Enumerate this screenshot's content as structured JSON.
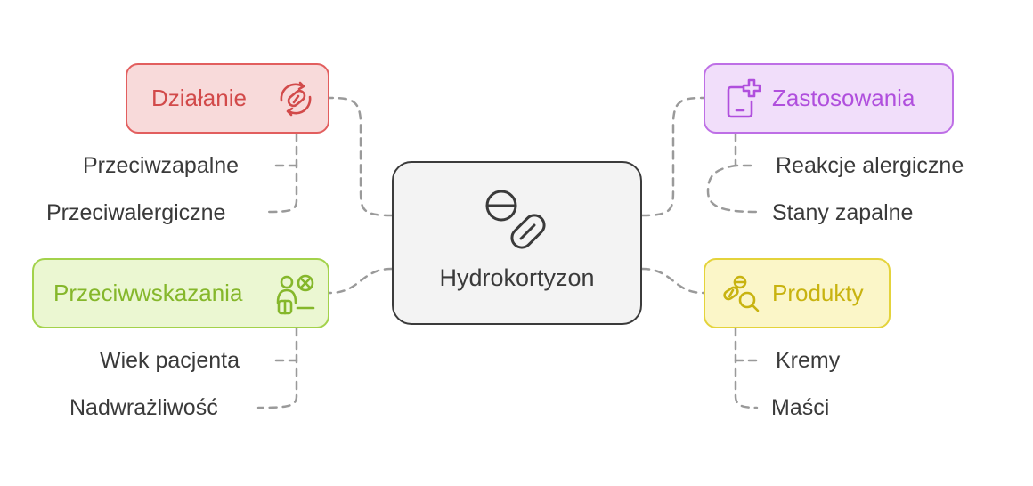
{
  "center": {
    "label": "Hydrokortyzon"
  },
  "branches": [
    {
      "label": "Działanie",
      "color": "#e25e5e",
      "icon": "pill-cycle-icon",
      "leaves": [
        "Przeciwzapalne",
        "Przeciwalergiczne"
      ]
    },
    {
      "label": "Zastosowania",
      "color": "#be6fe6",
      "icon": "medical-device-plus-icon",
      "leaves": [
        "Reakcje alergiczne",
        "Stany zapalne"
      ]
    },
    {
      "label": "Przeciwwskazania",
      "color": "#a3d24b",
      "icon": "patient-restriction-icon",
      "leaves": [
        "Wiek pacjenta",
        "Nadwrażliwość"
      ]
    },
    {
      "label": "Produkty",
      "color": "#e4d33b",
      "icon": "pill-search-icon",
      "leaves": [
        "Kremy",
        "Maści"
      ]
    }
  ]
}
